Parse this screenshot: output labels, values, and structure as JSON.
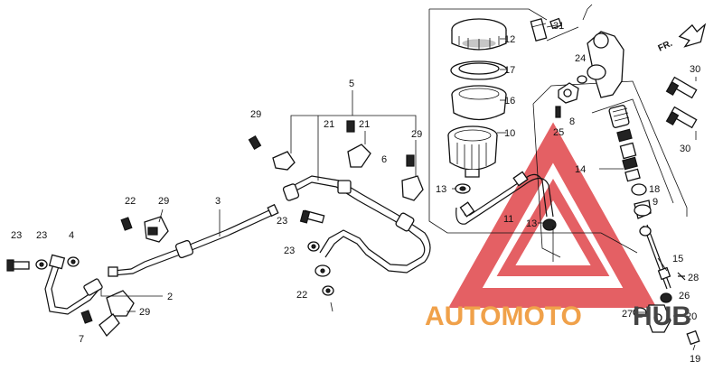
{
  "direction_label": "FR.",
  "callouts": [
    "31",
    "12",
    "17",
    "16",
    "10",
    "24",
    "8",
    "25",
    "13",
    "11",
    "13",
    "14",
    "18",
    "9",
    "15",
    "28",
    "26",
    "27",
    "20",
    "19",
    "30",
    "30",
    "5",
    "29",
    "21",
    "21",
    "29",
    "6",
    "3",
    "29",
    "22",
    "23",
    "23",
    "22",
    "23",
    "23",
    "4",
    "2",
    "29",
    "7"
  ],
  "watermark": {
    "part1": "AUTOMOTO",
    "part2": "HUB",
    "color_red": "#e0454a",
    "color_orange": "#f0a14a",
    "color_grey": "#444444"
  }
}
